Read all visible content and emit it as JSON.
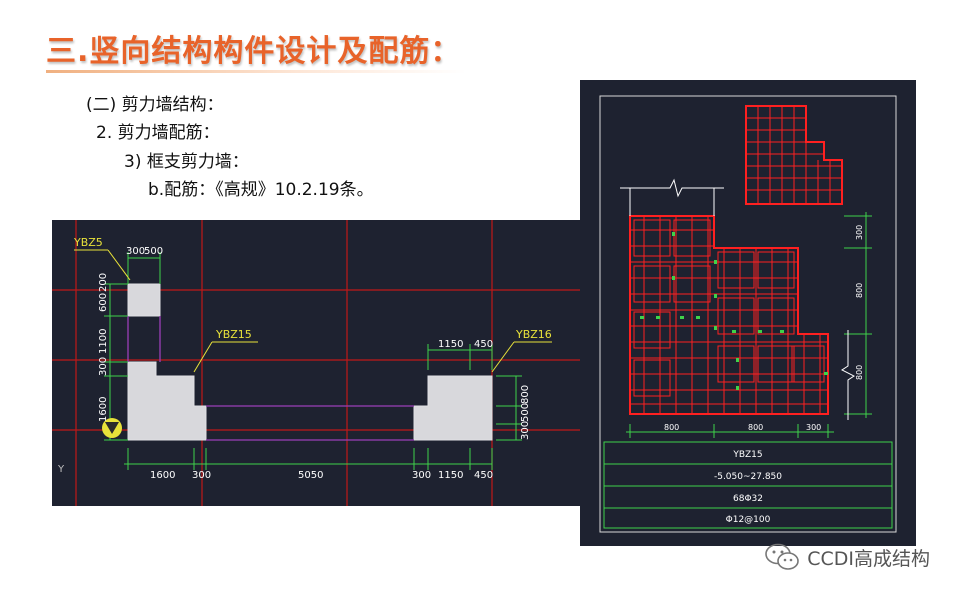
{
  "slide": {
    "title": "三.竖向结构构件设计及配筋："
  },
  "outline": {
    "l1": "(二) 剪力墙结构：",
    "l2": "2. 剪力墙配筋：",
    "l3": "3) 框支剪力墙：",
    "l4": "b.配筋：《高规》10.2.19条。"
  },
  "plan": {
    "labels": {
      "ybz5": "YBZ5",
      "ybz15": "YBZ15",
      "ybz16": "YBZ16",
      "axis_y": "Y"
    },
    "dims": {
      "top_300": "300",
      "top_500": "500",
      "left_600": "600",
      "left_200": "200",
      "left_1100": "1100",
      "left_300": "300",
      "left_1600": "1600",
      "r_1150": "1150",
      "r_450": "450",
      "r_800": "800",
      "r_300": "300",
      "r_500": "500",
      "b_1600": "1600",
      "b_300a": "300",
      "b_5050": "5050",
      "b_300b": "300",
      "b_1150": "1150",
      "b_450": "450"
    }
  },
  "detail": {
    "dims": {
      "b_800a": "800",
      "b_800b": "800",
      "b_300": "300",
      "r_300": "300",
      "r_800a": "800",
      "r_800b": "800"
    },
    "table": {
      "name": "YBZ15",
      "elevation": "-5.050~27.850",
      "longitudinal": "68Φ32",
      "stirrup": "Φ12@100"
    }
  },
  "watermark": {
    "text": "CCDI高成结构"
  },
  "colors": {
    "title": "#e8632a",
    "cad_bg": "#1e2230",
    "grid_red": "#d81c1c",
    "dim_green": "#3fd24a",
    "label_yellow": "#e8e23a",
    "wall_fill": "#d8d8dc",
    "wall_line": "#9b3fb8",
    "rebar_red": "#ff2020"
  }
}
